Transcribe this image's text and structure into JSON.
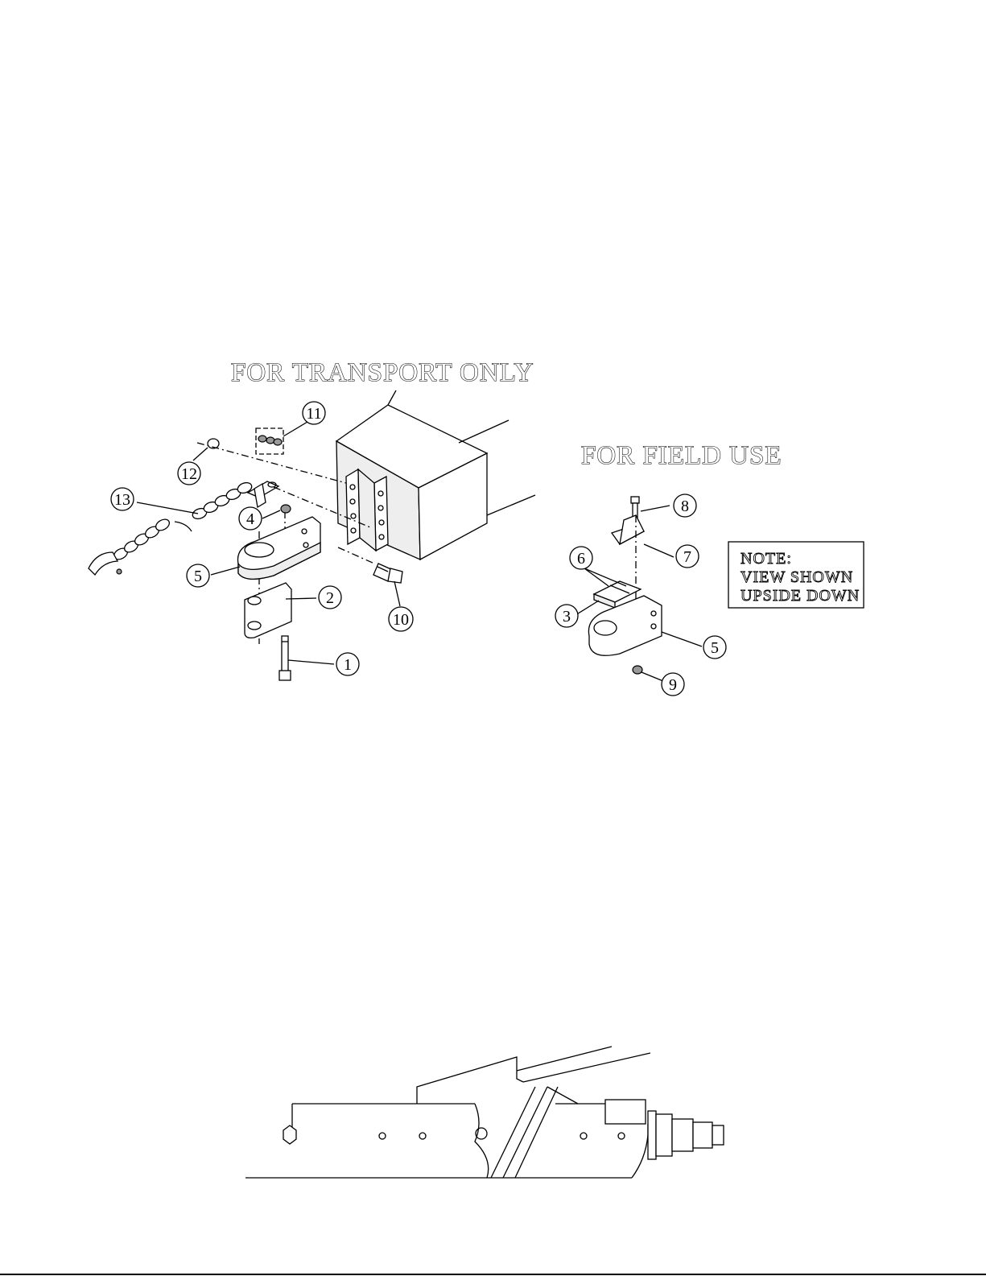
{
  "headings": {
    "transport": "FOR TRANSPORT ONLY",
    "field": "FOR FIELD USE"
  },
  "note": {
    "line1": "NOTE:",
    "line2": "VIEW SHOWN",
    "line3": "UPSIDE DOWN"
  },
  "callouts": {
    "c1": "1",
    "c2": "2",
    "c3": "3",
    "c4": "4",
    "c5": "5",
    "c5b": "5",
    "c6": "6",
    "c7": "7",
    "c8": "8",
    "c9": "9",
    "c10": "10",
    "c11": "11",
    "c12": "12",
    "c13": "13"
  }
}
